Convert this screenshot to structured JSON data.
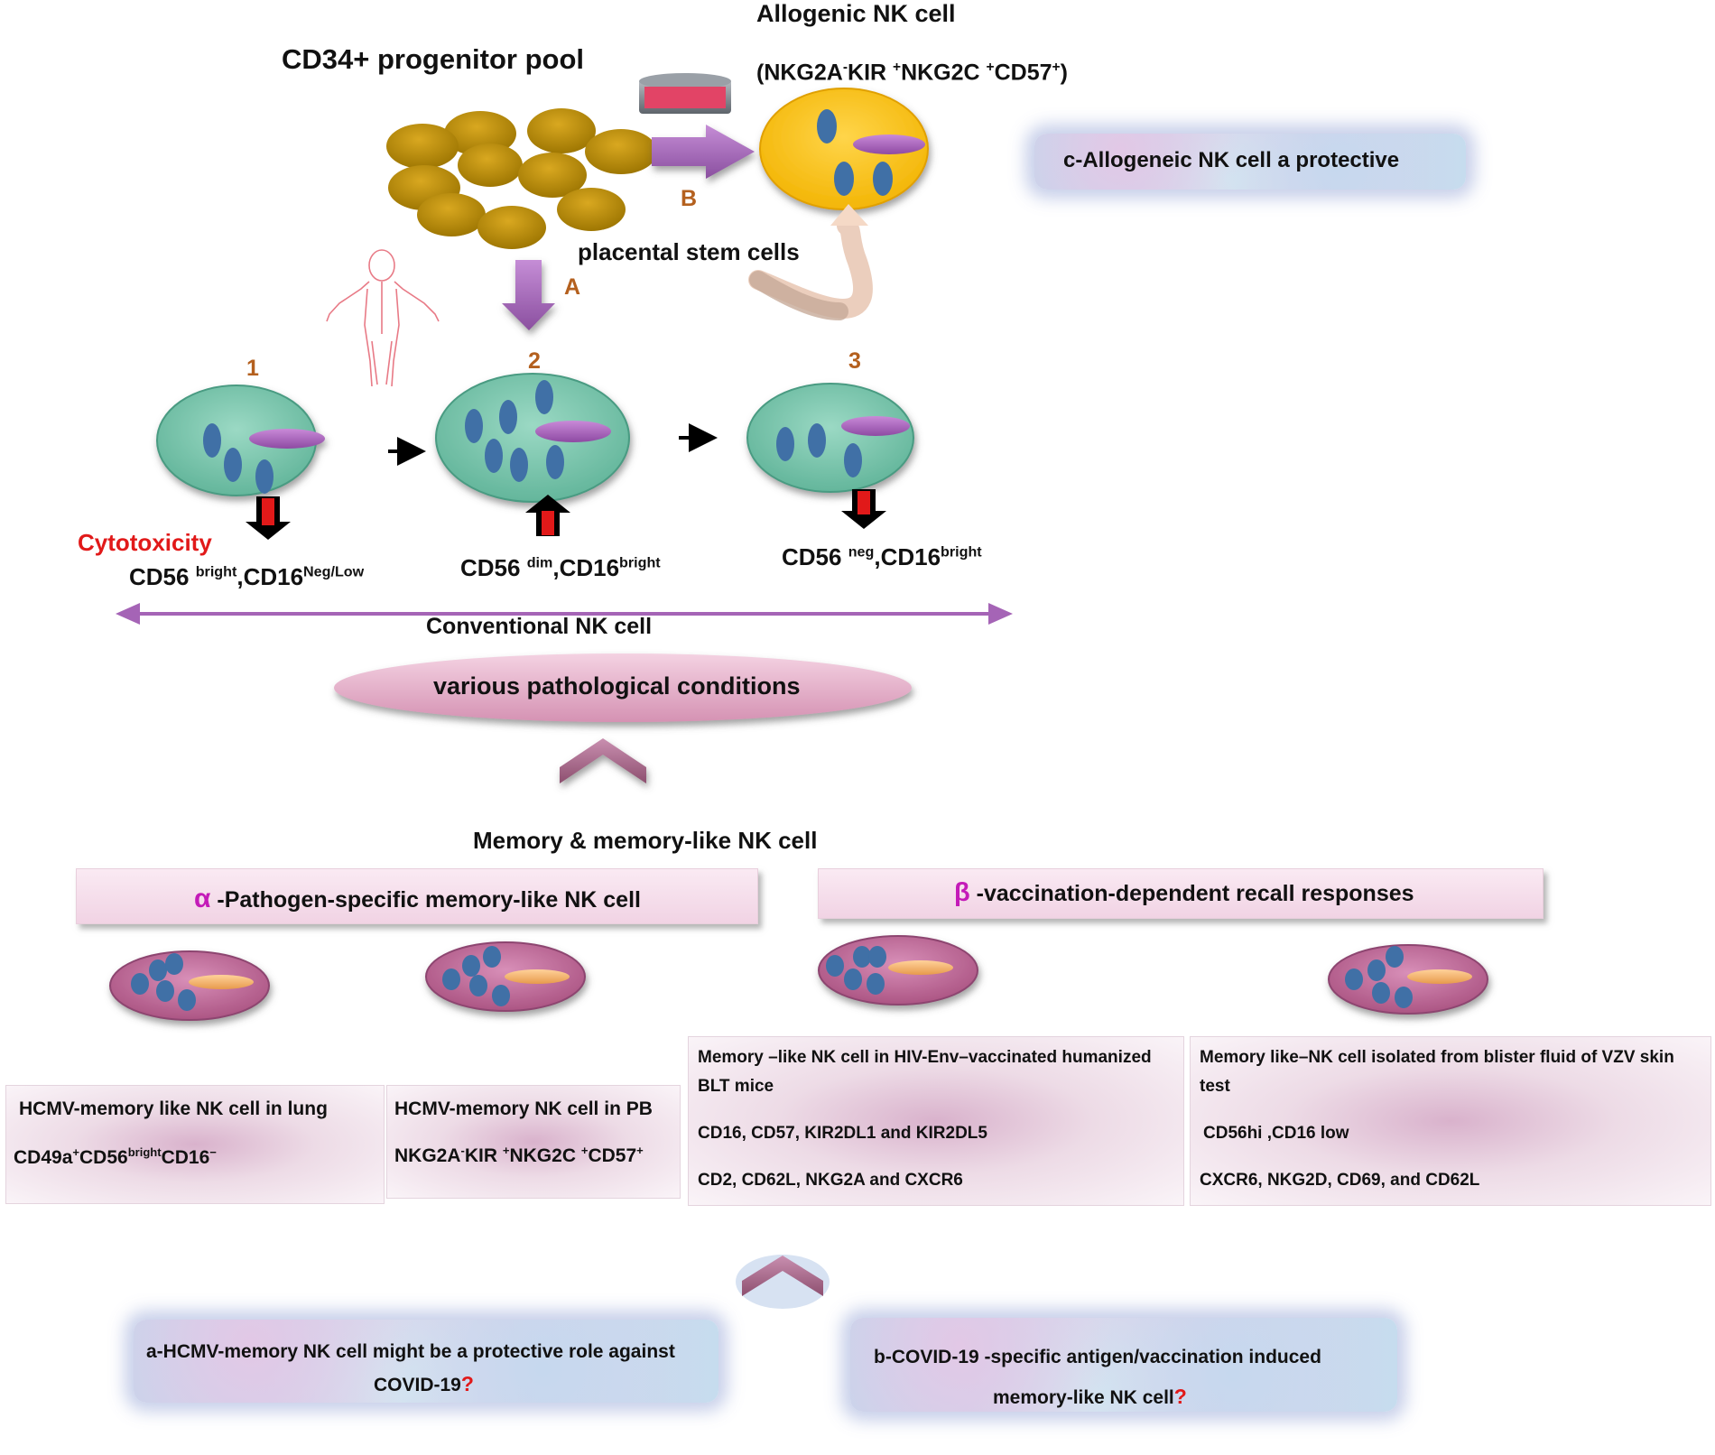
{
  "top": {
    "progenitor_title": "CD34+ progenitor pool",
    "allogenic_title": "Allogenic NK cell",
    "allogenic_phenotype": {
      "a": "(NKG2A",
      "a_sup": "-",
      "b": "KIR ",
      "b_sup": "+",
      "c": "NKG2C ",
      "c_sup": "+",
      "d": "CD57",
      "d_sup": "+",
      "e": ")"
    },
    "label_A": "A",
    "label_B": "B",
    "placental": "placental stem cells",
    "box_c": "c-Allogeneic NK cell a protective"
  },
  "stages": {
    "n1": "1",
    "n2": "2",
    "n3": "3",
    "cytotoxicity": "Cytotoxicity",
    "s1": {
      "a": "CD56 ",
      "a_sup": "bright",
      "b": ",CD16",
      "b_sup": "Neg/Low"
    },
    "s2": {
      "a": "CD56 ",
      "a_sup": "dim",
      "b": ",CD16",
      "b_sup": "bright"
    },
    "s3": {
      "a": "CD56 ",
      "a_sup": "neg",
      "b": ",CD16",
      "b_sup": "bright"
    },
    "conventional": "Conventional NK cell",
    "pathological": "various pathological conditions"
  },
  "memory": {
    "title": "Memory & memory-like NK cell",
    "alpha_sym": "α",
    "alpha_text": " -Pathogen-specific memory-like NK cell",
    "beta_sym": "β",
    "beta_text": " -vaccination-dependent recall responses",
    "box1_title": "HCMV-memory like NK cell in lung",
    "box1_pheno": {
      "a": "CD49a",
      "a_sup": "+",
      "b": "CD56",
      "b_sup": "bright",
      "c": "CD16",
      "c_sup": "−"
    },
    "box2_title": "HCMV-memory NK cell in PB",
    "box2_pheno": {
      "a": "NKG2A",
      "a_sup": "-",
      "b": "KIR ",
      "b_sup": "+",
      "c": "NKG2C ",
      "c_sup": "+",
      "d": "CD57",
      "d_sup": "+"
    },
    "box3_line1": "Memory –like NK cell  in HIV-Env–vaccinated humanized",
    "box3_line2": "BLT mice",
    "box3_line3": "CD16, CD57, KIR2DL1 and KIR2DL5",
    "box3_line4": "CD2, CD62L, NKG2A and CXCR6",
    "box4_line1": "Memory  like–NK cell isolated from blister fluid of VZV skin",
    "box4_line2": "test",
    "box4_line3": "CD56hi ,CD16 low",
    "box4_line4": "CXCR6, NKG2D, CD69, and CD62L"
  },
  "bottom": {
    "a_line1": "a-HCMV-memory NK cell might be  a protective role against",
    "a_line2": "COVID-19",
    "b_line1": "b-COVID-19 -specific antigen/vaccination induced",
    "b_line2": "memory-like NK cell",
    "qmark": "?"
  },
  "colors": {
    "progenitor": "#b58a00",
    "allogenic_cell": "#ffc000",
    "conventional_cell": "#7ecbb2",
    "memory_cell": "#c36c9c",
    "nucleus_blue": "#3f6fa6",
    "purple_arrow": "#a564b6",
    "red_arrow": "#e11919"
  }
}
